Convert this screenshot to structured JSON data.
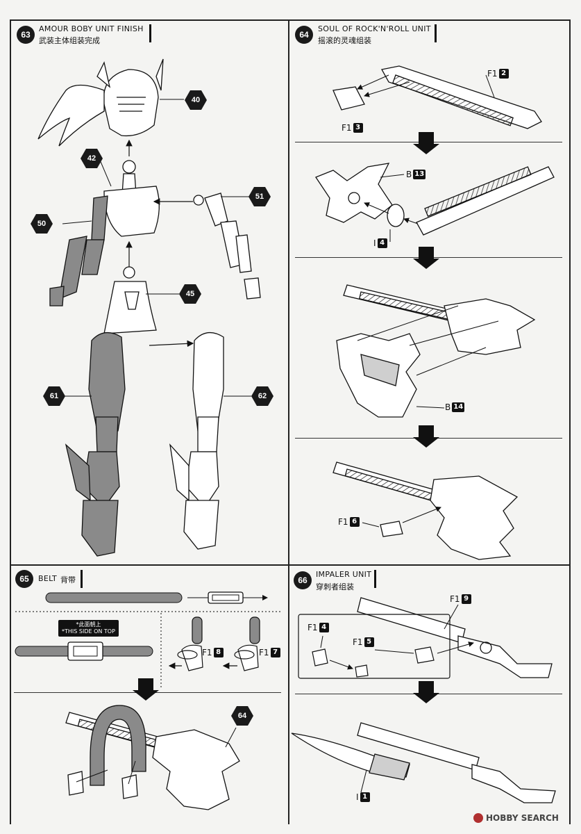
{
  "steps": {
    "s63": {
      "number": "63",
      "title": "AMOUR BOBY UNIT FINISH",
      "subtitle": "武装主体组装完成"
    },
    "s64": {
      "number": "64",
      "title": "SOUL OF ROCK'N'ROLL UNIT",
      "subtitle": "摇滚的灵魂组装"
    },
    "s65": {
      "number": "65",
      "title": "BELT",
      "subtitle": "背带"
    },
    "s66": {
      "number": "66",
      "title": "IMPALER UNIT",
      "subtitle": "穿刺者组装"
    }
  },
  "refs": {
    "r40": "40",
    "r42": "42",
    "r50": "50",
    "r51": "51",
    "r45": "45",
    "r61": "61",
    "r62": "62",
    "r64": "64"
  },
  "parts": {
    "f1_2": {
      "runner": "F1",
      "num": "2"
    },
    "f1_3": {
      "runner": "F1",
      "num": "3"
    },
    "b_13": {
      "runner": "B",
      "num": "13"
    },
    "i_4": {
      "runner": "I",
      "num": "4"
    },
    "b_14": {
      "runner": "B",
      "num": "14"
    },
    "f1_6": {
      "runner": "F1",
      "num": "6"
    },
    "f1_8": {
      "runner": "F1",
      "num": "8"
    },
    "f1_7": {
      "runner": "F1",
      "num": "7"
    },
    "f1_9": {
      "runner": "F1",
      "num": "9"
    },
    "f1_4": {
      "runner": "F1",
      "num": "4"
    },
    "f1_5": {
      "runner": "F1",
      "num": "5"
    },
    "i_1": {
      "runner": "I",
      "num": "1"
    }
  },
  "belt_note": {
    "line1": "*此面朝上",
    "line2": "*THIS SIDE ON TOP"
  },
  "watermark": "HOBBY SEARCH",
  "colors": {
    "ink": "#111111",
    "paper": "#f4f4f2",
    "shade": "#8a8a8a",
    "light": "#ffffff"
  }
}
